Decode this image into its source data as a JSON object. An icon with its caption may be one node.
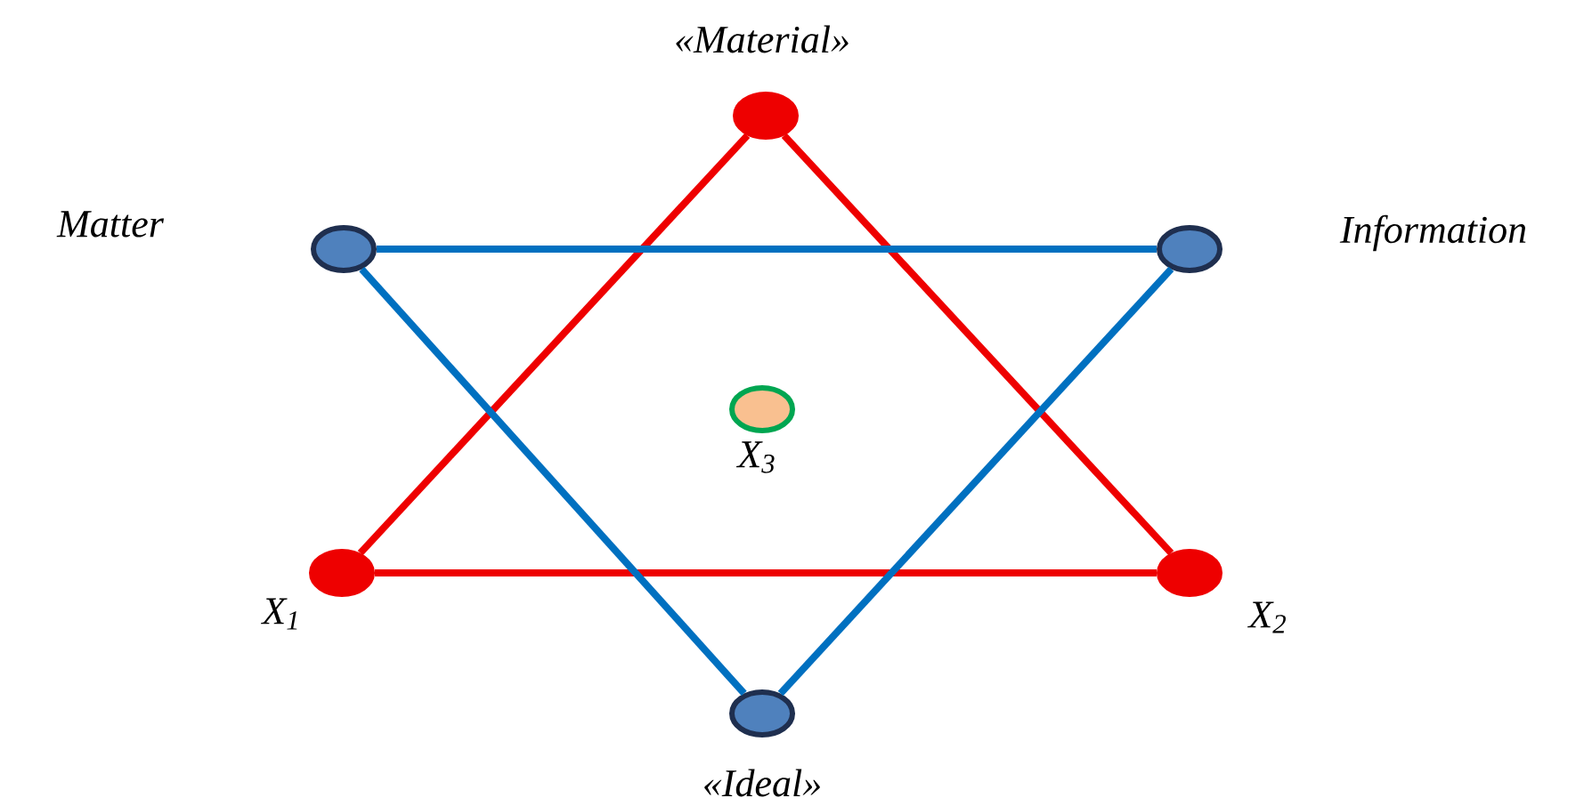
{
  "diagram": {
    "nodes": [
      {
        "text": [],
        "shape": "circle",
        "beside": [
          "«Material»"
        ]
      },
      {
        "text": [],
        "shape": "circle",
        "beside": [
          "Matter"
        ]
      },
      {
        "text": [],
        "shape": "circle",
        "beside": [
          "Information"
        ]
      },
      {
        "text": [],
        "shape": "circle",
        "beside": [
          "X$_{3}$"
        ]
      },
      {
        "text": [],
        "shape": "circle",
        "beside": [
          "X$_{1}$"
        ]
      },
      {
        "text": [],
        "shape": "circle",
        "beside": [
          "X$_{2}$"
        ]
      },
      {
        "text": [],
        "shape": "circle",
        "beside": [
          "«Ideal»"
        ]
      }
    ],
    "edges": [
      {
        "from": 0,
        "to": 4,
        "arrow": "none",
        "color": "#ee0000"
      },
      {
        "from": 0,
        "to": 5,
        "arrow": "none",
        "color": "#ee0000"
      },
      {
        "from": 4,
        "to": 5,
        "arrow": "none",
        "color": "#ee0000"
      },
      {
        "from": 1,
        "to": 2,
        "arrow": "none",
        "color": "#0070c0"
      },
      {
        "from": 1,
        "to": 6,
        "arrow": "none",
        "color": "#0070c0"
      },
      {
        "from": 2,
        "to": 6,
        "arrow": "none",
        "color": "#0070c0"
      }
    ]
  }
}
